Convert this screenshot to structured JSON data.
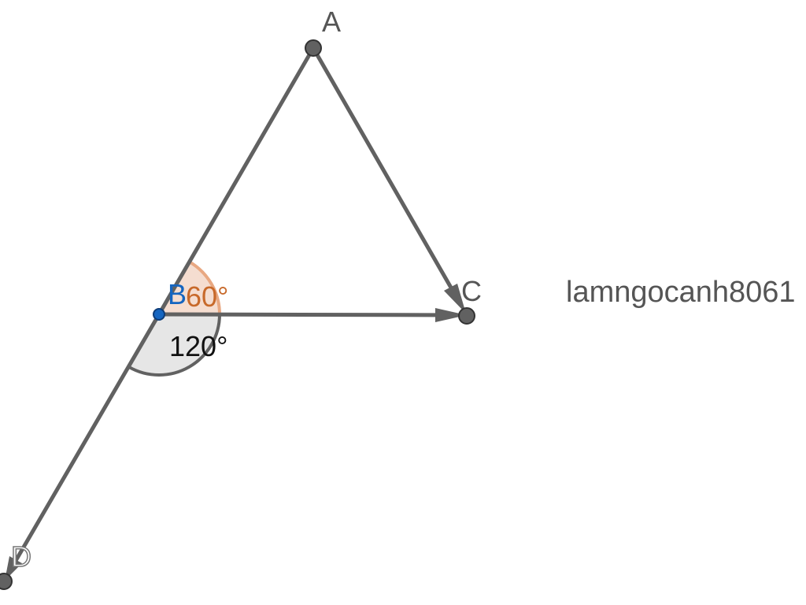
{
  "points": {
    "A": {
      "label": "A",
      "color": "#555555"
    },
    "B": {
      "label": "B",
      "color": "#1565c0"
    },
    "C": {
      "label": "C",
      "color": "#555555"
    },
    "D": {
      "label": "D",
      "color": "#555555"
    }
  },
  "angles": {
    "ABC": {
      "label": "60°",
      "color": "#c8692a"
    },
    "CBD": {
      "label": "120°",
      "color": "#111111"
    }
  },
  "watermark": "lamngocanh8061",
  "colors": {
    "stroke": "#616161",
    "point_fill": "#616161",
    "point_B_fill": "#1565c0",
    "angle_fill_120": "#e6e6e6",
    "angle_fill_60": "#f5ddd0",
    "text": "#555555"
  }
}
